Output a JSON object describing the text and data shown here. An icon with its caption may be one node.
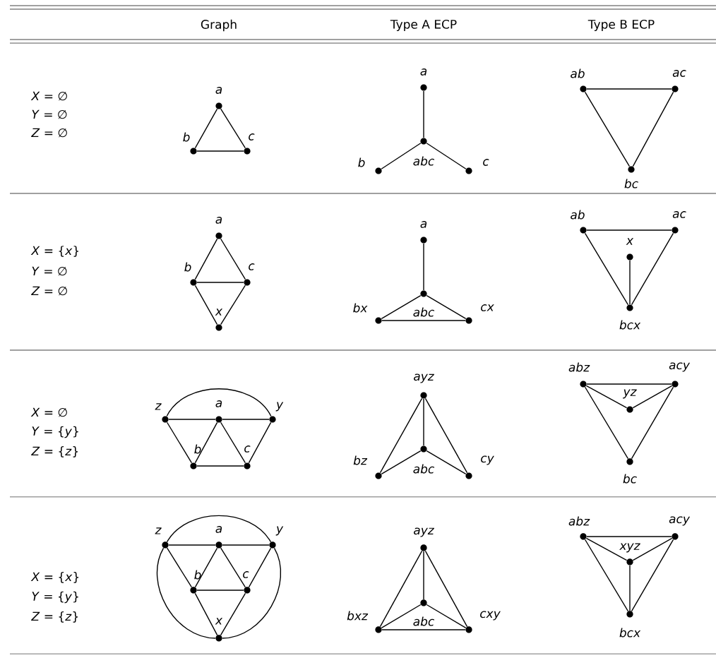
{
  "diagram": {
    "nodes": [
      {
        "text": [],
        "shape": "circle",
        "beside": [
          "a"
        ]
      },
      {
        "text": [],
        "shape": "circle",
        "beside": [
          "b"
        ]
      },
      {
        "text": [],
        "shape": "circle",
        "beside": [
          "c"
        ]
      },
      {
        "text": [],
        "shape": "circle",
        "beside": [
          "a"
        ]
      },
      {
        "text": [],
        "shape": "circle",
        "beside": [
          "abc"
        ]
      },
      {
        "text": [],
        "shape": "circle",
        "beside": [
          "b"
        ]
      },
      {
        "text": [],
        "shape": "circle",
        "beside": [
          "c"
        ]
      },
      {
        "text": [],
        "shape": "circle",
        "beside": [
          "ab"
        ]
      },
      {
        "text": [],
        "shape": "circle",
        "beside": [
          "ac"
        ]
      },
      {
        "text": [],
        "shape": "circle",
        "beside": [
          "bc"
        ]
      },
      {
        "text": [],
        "shape": "circle",
        "beside": [
          "a"
        ]
      },
      {
        "text": [],
        "shape": "circle",
        "beside": [
          "b"
        ]
      },
      {
        "text": [],
        "shape": "circle",
        "beside": [
          "c"
        ]
      },
      {
        "text": [],
        "shape": "circle",
        "beside": [
          "x"
        ]
      },
      {
        "text": [],
        "shape": "circle",
        "beside": [
          "a"
        ]
      },
      {
        "text": [],
        "shape": "circle",
        "beside": [
          "abc"
        ]
      },
      {
        "text": [],
        "shape": "circle",
        "beside": [
          "bx"
        ]
      },
      {
        "text": [],
        "shape": "circle",
        "beside": [
          "cx"
        ]
      },
      {
        "text": [],
        "shape": "circle",
        "beside": [
          "ab"
        ]
      },
      {
        "text": [],
        "shape": "circle",
        "beside": [
          "ac"
        ]
      },
      {
        "text": [],
        "shape": "circle",
        "beside": [
          "x"
        ]
      },
      {
        "text": [],
        "shape": "circle",
        "beside": [
          "bcx"
        ]
      },
      {
        "text": [],
        "shape": "circle",
        "beside": [
          "z"
        ]
      },
      {
        "text": [],
        "shape": "circle",
        "beside": [
          "a"
        ]
      },
      {
        "text": [],
        "shape": "circle",
        "beside": [
          "y"
        ]
      },
      {
        "text": [],
        "shape": "circle",
        "beside": [
          "b"
        ]
      },
      {
        "text": [],
        "shape": "circle",
        "beside": [
          "c"
        ]
      },
      {
        "text": [],
        "shape": "circle",
        "beside": [
          "ayz"
        ]
      },
      {
        "text": [],
        "shape": "circle",
        "beside": [
          "abc"
        ]
      },
      {
        "text": [],
        "shape": "circle",
        "beside": [
          "bz"
        ]
      },
      {
        "text": [],
        "shape": "circle",
        "beside": [
          "cy"
        ]
      },
      {
        "text": [],
        "shape": "circle",
        "beside": [
          "abz"
        ]
      },
      {
        "text": [],
        "shape": "circle",
        "beside": [
          "acy"
        ]
      },
      {
        "text": [],
        "shape": "circle",
        "beside": [
          "yz"
        ]
      },
      {
        "text": [],
        "shape": "circle",
        "beside": [
          "bc"
        ]
      },
      {
        "text": [],
        "shape": "circle",
        "beside": [
          "z"
        ]
      },
      {
        "text": [],
        "shape": "circle",
        "beside": [
          "a"
        ]
      },
      {
        "text": [],
        "shape": "circle",
        "beside": [
          "y"
        ]
      },
      {
        "text": [],
        "shape": "circle",
        "beside": [
          "b"
        ]
      },
      {
        "text": [],
        "shape": "circle",
        "beside": [
          "c"
        ]
      },
      {
        "text": [],
        "shape": "circle",
        "beside": [
          "x"
        ]
      },
      {
        "text": [],
        "shape": "circle",
        "beside": [
          "ayz"
        ]
      },
      {
        "text": [],
        "shape": "circle",
        "beside": [
          "abc"
        ]
      },
      {
        "text": [],
        "shape": "circle",
        "beside": [
          "bxz"
        ]
      },
      {
        "text": [],
        "shape": "circle",
        "beside": [
          "cxy"
        ]
      },
      {
        "text": [],
        "shape": "circle",
        "beside": [
          "abz"
        ]
      },
      {
        "text": [],
        "shape": "circle",
        "beside": [
          "acy"
        ]
      },
      {
        "text": [],
        "shape": "circle",
        "beside": [
          "xyz"
        ]
      },
      {
        "text": [],
        "shape": "circle",
        "beside": [
          "bcx"
        ]
      }
    ],
    "edges": [
      {
        "from": 0,
        "to": 1,
        "arrow": "none"
      },
      {
        "from": 0,
        "to": 2,
        "arrow": "none"
      },
      {
        "from": 1,
        "to": 2,
        "arrow": "none"
      },
      {
        "from": 3,
        "to": 4,
        "arrow": "none"
      },
      {
        "from": 5,
        "to": 4,
        "arrow": "none"
      },
      {
        "from": 6,
        "to": 4,
        "arrow": "none"
      },
      {
        "from": 7,
        "to": 8,
        "arrow": "none"
      },
      {
        "from": 7,
        "to": 9,
        "arrow": "none"
      },
      {
        "from": 8,
        "to": 9,
        "arrow": "none"
      },
      {
        "from": 10,
        "to": 11,
        "arrow": "none"
      },
      {
        "from": 10,
        "to": 12,
        "arrow": "none"
      },
      {
        "from": 11,
        "to": 12,
        "arrow": "none"
      },
      {
        "from": 11,
        "to": 13,
        "arrow": "none"
      },
      {
        "from": 12,
        "to": 13,
        "arrow": "none"
      },
      {
        "from": 14,
        "to": 15,
        "arrow": "none"
      },
      {
        "from": 16,
        "to": 15,
        "arrow": "none"
      },
      {
        "from": 17,
        "to": 15,
        "arrow": "none"
      },
      {
        "from": 16,
        "to": 17,
        "arrow": "none"
      },
      {
        "from": 18,
        "to": 19,
        "arrow": "none"
      },
      {
        "from": 18,
        "to": 21,
        "arrow": "none"
      },
      {
        "from": 19,
        "to": 21,
        "arrow": "none"
      },
      {
        "from": 20,
        "to": 21,
        "arrow": "none"
      },
      {
        "from": 22,
        "to": 23,
        "arrow": "none"
      },
      {
        "from": 23,
        "to": 24,
        "arrow": "none"
      },
      {
        "from": 22,
        "to": 24,
        "arrow": "none"
      },
      {
        "from": 22,
        "to": 25,
        "arrow": "none"
      },
      {
        "from": 23,
        "to": 25,
        "arrow": "none"
      },
      {
        "from": 23,
        "to": 26,
        "arrow": "none"
      },
      {
        "from": 24,
        "to": 26,
        "arrow": "none"
      },
      {
        "from": 25,
        "to": 26,
        "arrow": "none"
      },
      {
        "from": 27,
        "to": 28,
        "arrow": "none"
      },
      {
        "from": 27,
        "to": 29,
        "arrow": "none"
      },
      {
        "from": 27,
        "to": 30,
        "arrow": "none"
      },
      {
        "from": 29,
        "to": 28,
        "arrow": "none"
      },
      {
        "from": 30,
        "to": 28,
        "arrow": "none"
      },
      {
        "from": 31,
        "to": 32,
        "arrow": "none"
      },
      {
        "from": 31,
        "to": 33,
        "arrow": "none"
      },
      {
        "from": 32,
        "to": 33,
        "arrow": "none"
      },
      {
        "from": 31,
        "to": 34,
        "arrow": "none"
      },
      {
        "from": 32,
        "to": 34,
        "arrow": "none"
      },
      {
        "from": 35,
        "to": 36,
        "arrow": "none"
      },
      {
        "from": 36,
        "to": 37,
        "arrow": "none"
      },
      {
        "from": 35,
        "to": 37,
        "arrow": "none"
      },
      {
        "from": 37,
        "to": 40,
        "arrow": "none"
      },
      {
        "from": 40,
        "to": 35,
        "arrow": "none"
      },
      {
        "from": 35,
        "to": 38,
        "arrow": "none"
      },
      {
        "from": 36,
        "to": 38,
        "arrow": "none"
      },
      {
        "from": 36,
        "to": 39,
        "arrow": "none"
      },
      {
        "from": 37,
        "to": 39,
        "arrow": "none"
      },
      {
        "from": 38,
        "to": 39,
        "arrow": "none"
      },
      {
        "from": 38,
        "to": 40,
        "arrow": "none"
      },
      {
        "from": 39,
        "to": 40,
        "arrow": "none"
      },
      {
        "from": 41,
        "to": 42,
        "arrow": "none"
      },
      {
        "from": 41,
        "to": 43,
        "arrow": "none"
      },
      {
        "from": 41,
        "to": 44,
        "arrow": "none"
      },
      {
        "from": 43,
        "to": 42,
        "arrow": "none"
      },
      {
        "from": 44,
        "to": 42,
        "arrow": "none"
      },
      {
        "from": 43,
        "to": 44,
        "arrow": "none"
      },
      {
        "from": 45,
        "to": 46,
        "arrow": "none"
      },
      {
        "from": 45,
        "to": 47,
        "arrow": "none"
      },
      {
        "from": 46,
        "to": 47,
        "arrow": "none"
      },
      {
        "from": 45,
        "to": 48,
        "arrow": "none"
      },
      {
        "from": 46,
        "to": 48,
        "arrow": "none"
      },
      {
        "from": 47,
        "to": 48,
        "arrow": "none"
      }
    ],
    "labels": [
      "Graph",
      "Type A ECP",
      "Type B ECP",
      "*X* = ∅",
      "*Y* = ∅",
      "*Z* = ∅",
      "*X* = {*x*}",
      "*Y* = ∅",
      "*Z* = ∅",
      "*X* = ∅",
      "*Y* = {*y*}",
      "*Z* = {*z*}",
      "*X* = {*x*}",
      "*Y* = {*y*}",
      "*Z* = {*z*}"
    ]
  }
}
